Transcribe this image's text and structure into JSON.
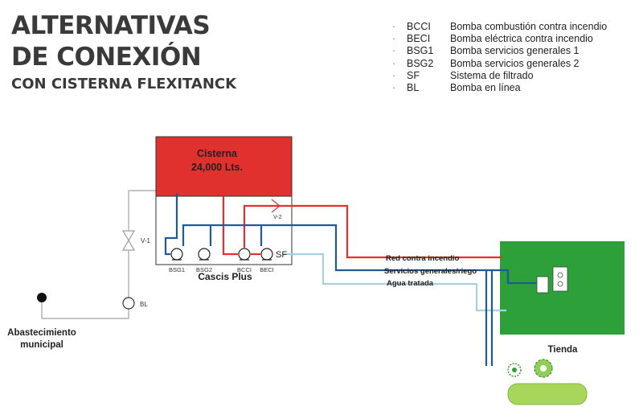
{
  "title": {
    "line1": "ALTERNATIVAS",
    "line2": "DE CONEXIÓN",
    "line3": "CON CISTERNA FLEXITANCK"
  },
  "legend": [
    {
      "code": "BCCI",
      "desc": "Bomba combustión contra incendio"
    },
    {
      "code": "BECI",
      "desc": "Bomba eléctrica contra incendio"
    },
    {
      "code": "BSG1",
      "desc": "Bomba servicios generales 1"
    },
    {
      "code": "BSG2",
      "desc": "Bomba servicios generales 2"
    },
    {
      "code": "SF",
      "desc": "Sistema de filtrado"
    },
    {
      "code": "BL",
      "desc": "Bomba en línea"
    }
  ],
  "diagram": {
    "cistern_line1": "Cisterna",
    "cistern_line2": "24,000 Lts.",
    "box_label": "Cascis Plus",
    "pumps": [
      "BSG1",
      "BSG2",
      "BCCI",
      "BECI"
    ],
    "sf": "SF",
    "valve1": "V-1",
    "valve2": "V-2",
    "bl": "BL",
    "supply_line1": "Abastecimiento",
    "supply_line2": "municipal",
    "fire": "Red contra incendio",
    "services": "Servicios generales/riego",
    "treated": "Agua tratada",
    "store": "Tienda"
  },
  "colors": {
    "red": "#e0312e",
    "blue": "#1f5a97",
    "lightblue": "#a7d1e3",
    "green": "#2ea03a",
    "gray": "#b0b0b0"
  }
}
